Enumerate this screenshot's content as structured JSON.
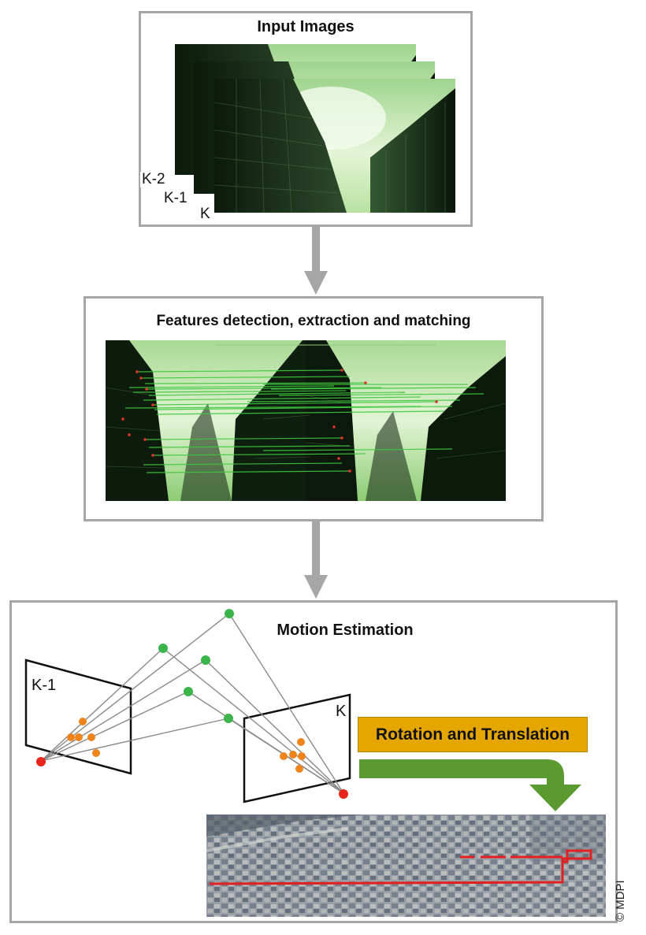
{
  "panels": {
    "input": {
      "title": "Input Images",
      "frame_labels": [
        "K-2",
        "K-1",
        "K"
      ]
    },
    "features": {
      "title": "Features detection, extraction and matching"
    },
    "motion": {
      "title": "Motion Estimation",
      "camera_labels": [
        "K-1",
        "K"
      ],
      "badge": "Rotation and Translation"
    }
  },
  "credit": "© MDPI",
  "colors": {
    "panel_border": "#a6a6a6",
    "connector_arrow": "#a6a6a6",
    "badge_fill": "#e6a600",
    "flow_arrow": "#5b9a2e",
    "image_points": "#f0841c",
    "world_points": "#3bb44a",
    "camera_centers": "#e8261c",
    "trajectory": "#e22020"
  }
}
